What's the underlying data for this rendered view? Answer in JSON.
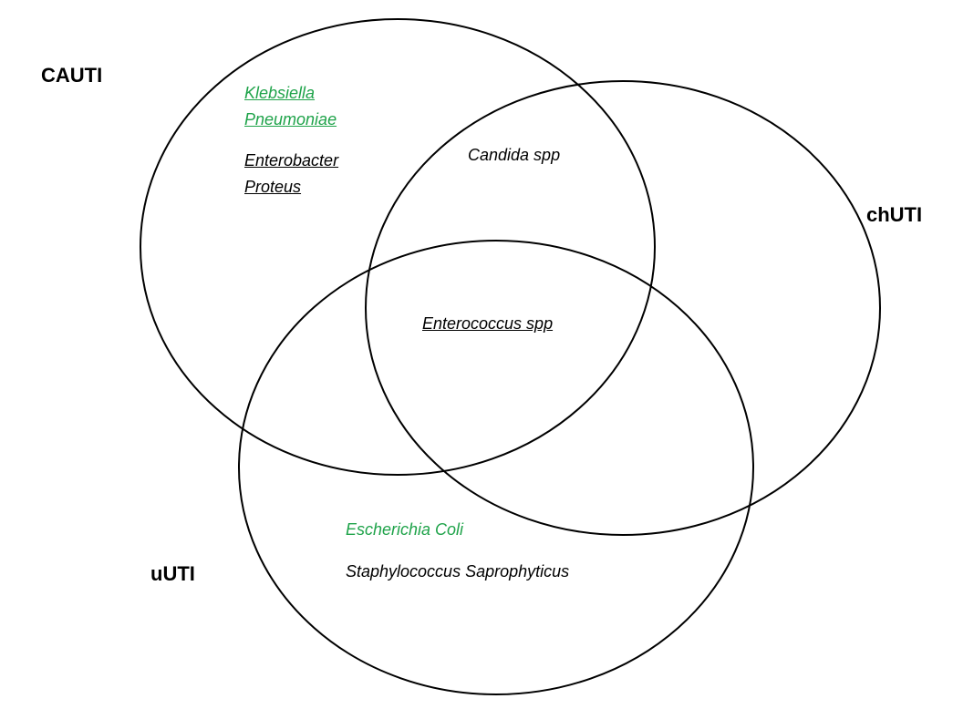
{
  "sets": {
    "cauti": {
      "label": "CAUTI"
    },
    "chuti": {
      "label": "chUTI"
    },
    "uuti": {
      "label": "uUTI"
    }
  },
  "organisms": {
    "klebsiella": {
      "text": "Klebsiella",
      "color": "#1fa34a",
      "underlined": true
    },
    "pneumoniae": {
      "text": "Pneumoniae",
      "color": "#1fa34a",
      "underlined": true
    },
    "enterobacter": {
      "text": "Enterobacter",
      "color": "#000000",
      "underlined": true
    },
    "proteus": {
      "text": "Proteus",
      "color": "#000000",
      "underlined": true
    },
    "candida": {
      "text": "Candida spp",
      "color": "#000000",
      "underlined": false
    },
    "enterococcus": {
      "text": "Enterococcus spp",
      "color": "#000000",
      "underlined": true
    },
    "ecoli": {
      "text": "Escherichia Coli",
      "color": "#1fa34a",
      "underlined": false
    },
    "staph": {
      "text": "Staphylococcus Saprophyticus",
      "color": "#000000",
      "underlined": false
    }
  },
  "colors": {
    "outline": "#000000",
    "highlight": "#1fa34a"
  }
}
